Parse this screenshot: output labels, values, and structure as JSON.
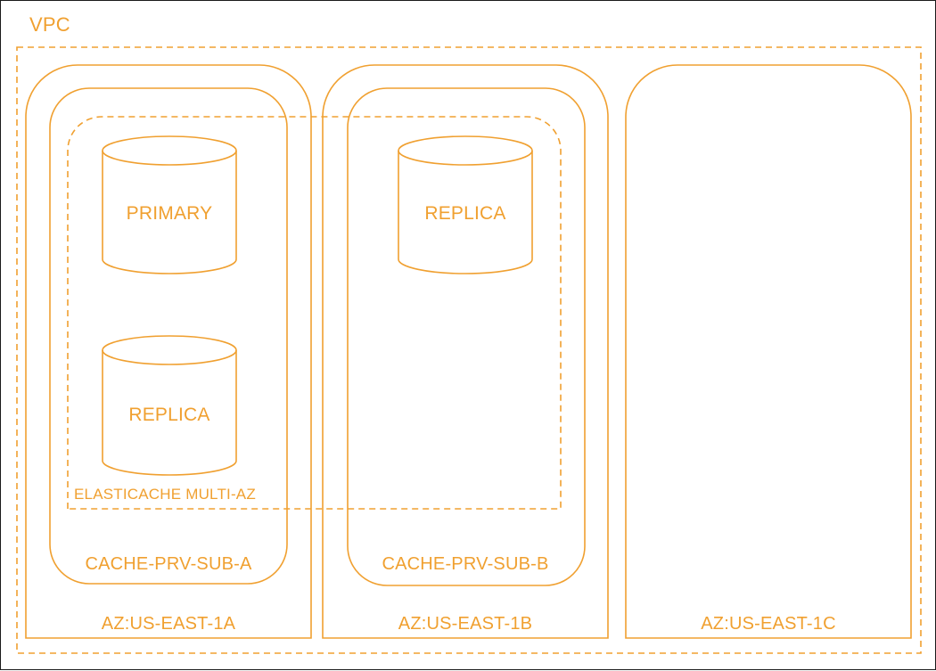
{
  "diagram": {
    "vpc": {
      "label": "VPC"
    },
    "availability_zones": [
      {
        "label": "AZ:US-EAST-1A"
      },
      {
        "label": "AZ:US-EAST-1B"
      },
      {
        "label": "AZ:US-EAST-1C"
      }
    ],
    "subnets": [
      {
        "label": "CACHE-PRV-SUB-A"
      },
      {
        "label": "CACHE-PRV-SUB-B"
      }
    ],
    "cluster": {
      "label": "ELASTICACHE MULTI-AZ"
    },
    "nodes": [
      {
        "label": "PRIMARY"
      },
      {
        "label": "REPLICA"
      },
      {
        "label": "REPLICA"
      }
    ],
    "colors": {
      "accent": "#F0A030",
      "frame": "#1a1a1a",
      "background": "#ffffff"
    }
  }
}
